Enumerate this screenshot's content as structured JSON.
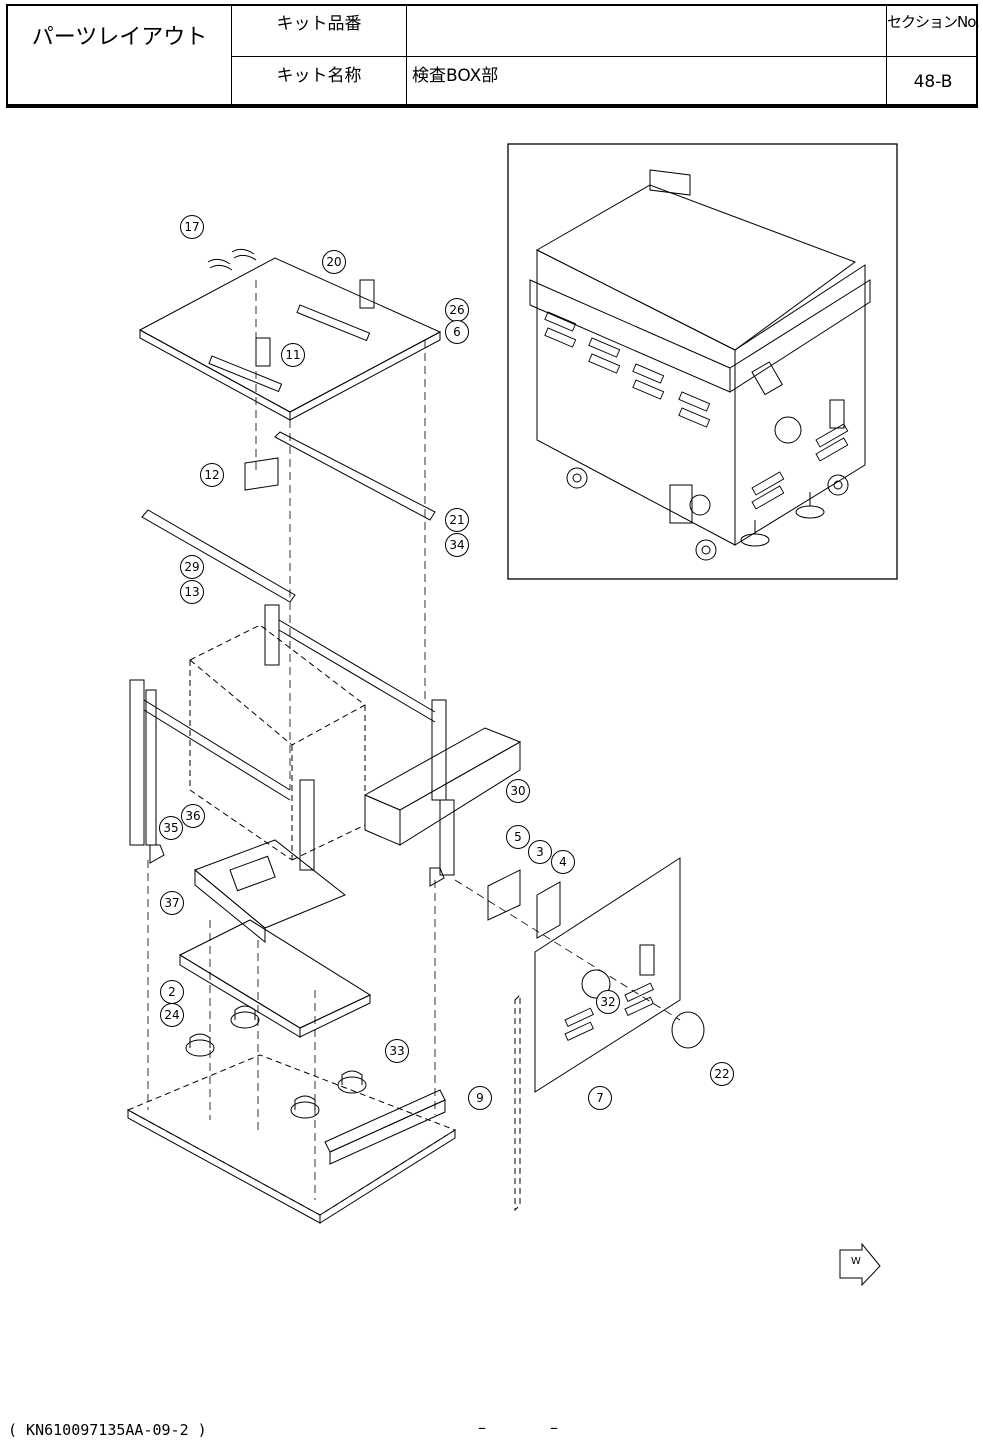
{
  "header": {
    "title": "パーツレイアウト",
    "kit_number_label": "キット品番",
    "kit_number_value": "",
    "kit_name_label": "キット名称",
    "kit_name_value": "検査BOX部",
    "section_label": "セクションNo.",
    "section_value": "48-B"
  },
  "diagram": {
    "part_callouts": [
      "17",
      "20",
      "26",
      "6",
      "11",
      "12",
      "21",
      "34",
      "29",
      "13",
      "30",
      "5",
      "3",
      "4",
      "36",
      "35",
      "37",
      "2",
      "24",
      "32",
      "33",
      "9",
      "7",
      "22"
    ],
    "direction_marker": "W"
  },
  "footer": {
    "doc_code": "( KN610097135AA-09-2 )",
    "page_left": "–",
    "page_right": "–"
  }
}
